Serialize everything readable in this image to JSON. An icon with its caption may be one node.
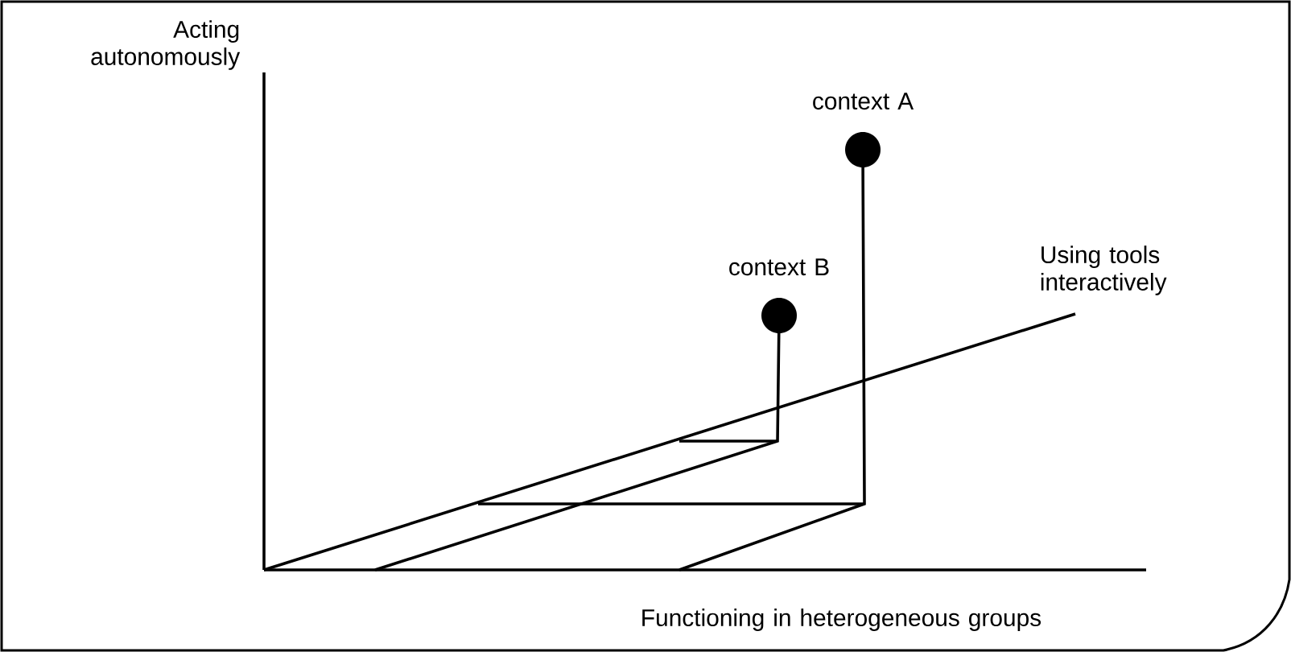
{
  "diagram": {
    "labels": [
      "Acting autonomously",
      "context A",
      "context B",
      "Using tools interactively",
      "Functioning in heterogeneous groups"
    ]
  }
}
